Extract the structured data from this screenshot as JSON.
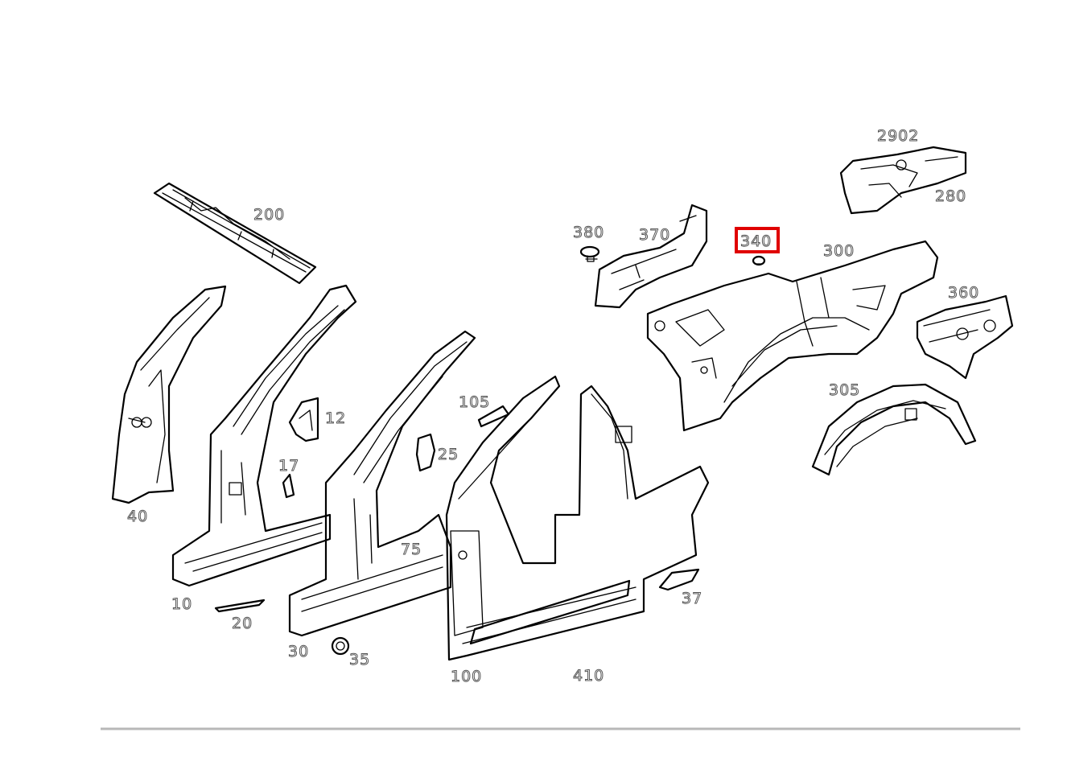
{
  "diagram": {
    "highlight_color": "#e00000",
    "highlighted_part": "340",
    "callouts": [
      {
        "id": "200",
        "text": "200"
      },
      {
        "id": "2902",
        "text": "2902"
      },
      {
        "id": "280",
        "text": "280"
      },
      {
        "id": "380",
        "text": "380"
      },
      {
        "id": "370",
        "text": "370"
      },
      {
        "id": "340",
        "text": "340"
      },
      {
        "id": "300",
        "text": "300"
      },
      {
        "id": "360",
        "text": "360"
      },
      {
        "id": "12",
        "text": "12"
      },
      {
        "id": "105",
        "text": "105"
      },
      {
        "id": "25",
        "text": "25"
      },
      {
        "id": "17",
        "text": "17"
      },
      {
        "id": "40",
        "text": "40"
      },
      {
        "id": "305",
        "text": "305"
      },
      {
        "id": "75",
        "text": "75"
      },
      {
        "id": "10",
        "text": "10"
      },
      {
        "id": "20",
        "text": "20"
      },
      {
        "id": "37",
        "text": "37"
      },
      {
        "id": "30",
        "text": "30"
      },
      {
        "id": "35",
        "text": "35"
      },
      {
        "id": "100",
        "text": "100"
      },
      {
        "id": "410",
        "text": "410"
      }
    ]
  }
}
